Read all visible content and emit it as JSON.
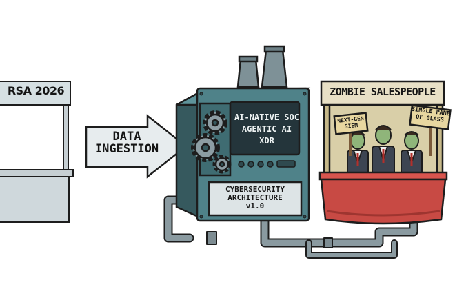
{
  "booth": {
    "sign": "RSA 2026"
  },
  "arrow": {
    "line1": "DATA",
    "line2": "INGESTION"
  },
  "machine": {
    "screen_lines": [
      "AI-NATIVE SOC",
      "AGENTIC AI",
      "XDR"
    ],
    "plaque_lines": [
      "CYBERSECURITY",
      "ARCHITECTURE",
      "v1.0"
    ]
  },
  "zombie_booth": {
    "sign": "ZOMBIE SALESPEOPLE",
    "placard_left": [
      "NEXT-GEN",
      "SIEM"
    ],
    "placard_right": [
      "SINGLE PANE",
      "OF GLASS"
    ]
  },
  "icons": [
    "gear-icon",
    "pipe",
    "smokestack"
  ],
  "colors": {
    "machine": "#4f8289",
    "machine_dark": "#36595e",
    "pipe": "#8a9aa0",
    "screen": "#24353b",
    "cart": "#c84a44",
    "cart_dark": "#9e3530",
    "booth": "#cfd8dc",
    "booth_sign": "#d6e0e3",
    "zombie_sign": "#e8e0c6",
    "zombie_skin": "#8fb57a",
    "outline": "#1d1d1d"
  }
}
